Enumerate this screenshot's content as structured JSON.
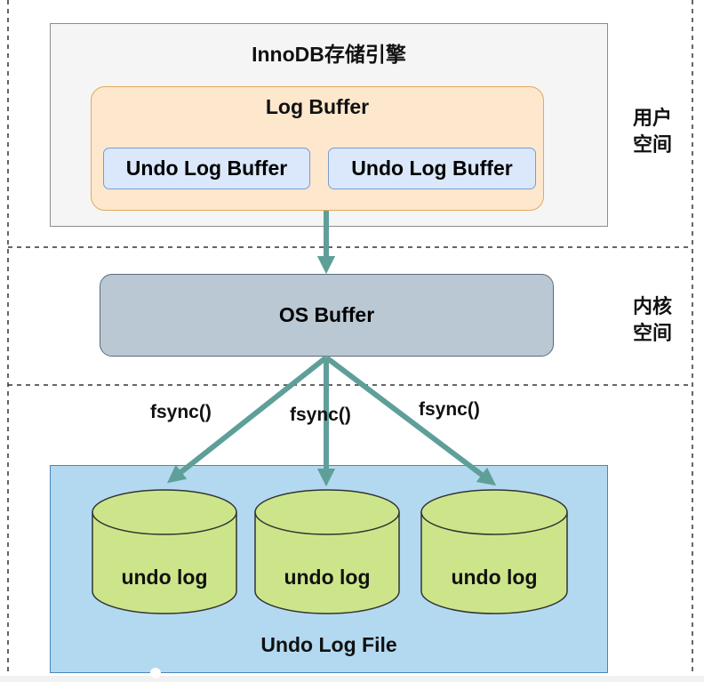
{
  "innodb": {
    "title": "InnoDB存储引擎"
  },
  "log_buffer": {
    "title": "Log Buffer",
    "undo_buffers": [
      "Undo Log Buffer",
      "Undo Log Buffer"
    ]
  },
  "os_buffer": {
    "label": "OS Buffer"
  },
  "fsync_labels": [
    "fsync()",
    "fsync()",
    "fsync()"
  ],
  "undo_log_file": {
    "title": "Undo Log File",
    "cylinders": [
      "undo log",
      "undo log",
      "undo log"
    ]
  },
  "regions": {
    "user_space": [
      "用户",
      "空间"
    ],
    "kernel_space": [
      "内核",
      "空间"
    ]
  },
  "colors": {
    "arrow": "#5f9f99",
    "innodb_fill": "#f5f5f5",
    "log_buffer_fill": "#fde7cd",
    "undo_buffer_fill": "#dbe8fb",
    "os_buffer_fill": "#bac8d4",
    "undo_file_fill": "#b3d9f1",
    "cylinder_fill": "#cde58a"
  }
}
